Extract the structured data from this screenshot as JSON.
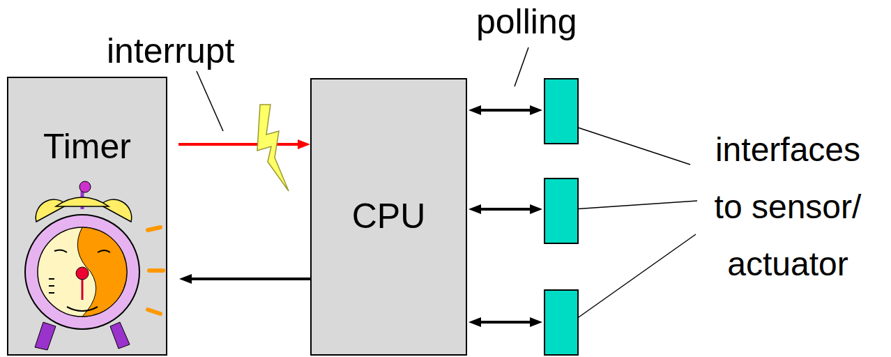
{
  "diagram": {
    "nodes": [
      {
        "text": [
          "Timer"
        ]
      },
      {
        "text": [
          "CPU"
        ]
      },
      {
        "text": []
      },
      {
        "text": []
      },
      {
        "text": []
      }
    ],
    "edges": [
      {
        "from": 0,
        "to": 1,
        "arrow": "to"
      },
      {
        "from": 1,
        "to": 0,
        "arrow": "to"
      },
      {
        "from": 1,
        "to": 2,
        "arrow": "both"
      },
      {
        "from": 1,
        "to": 3,
        "arrow": "both"
      },
      {
        "from": 1,
        "to": 4,
        "arrow": "both"
      }
    ],
    "labels": [
      "interrupt",
      "polling",
      "interfaces to sensor/ actuator"
    ]
  }
}
